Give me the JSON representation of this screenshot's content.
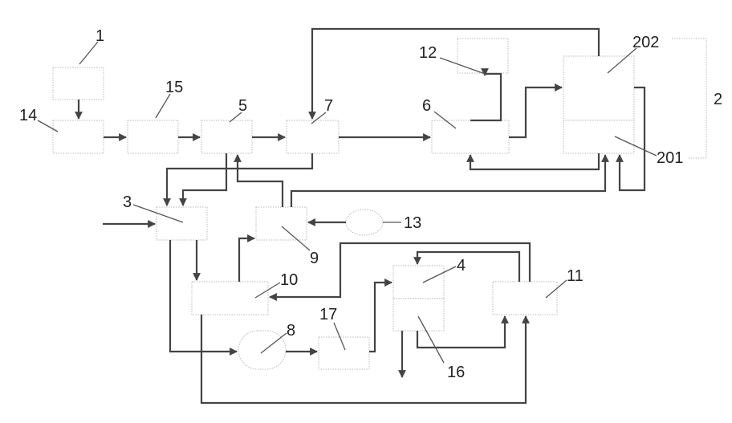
{
  "diagram": {
    "labels": {
      "l1": "1",
      "l2": "2",
      "l3": "3",
      "l4": "4",
      "l5": "5",
      "l6": "6",
      "l7": "7",
      "l8": "8",
      "l9": "9",
      "l10": "10",
      "l11": "11",
      "l12": "12",
      "l13": "13",
      "l14": "14",
      "l15": "15",
      "l16": "16",
      "l17": "17",
      "l201": "201",
      "l202": "202"
    }
  }
}
